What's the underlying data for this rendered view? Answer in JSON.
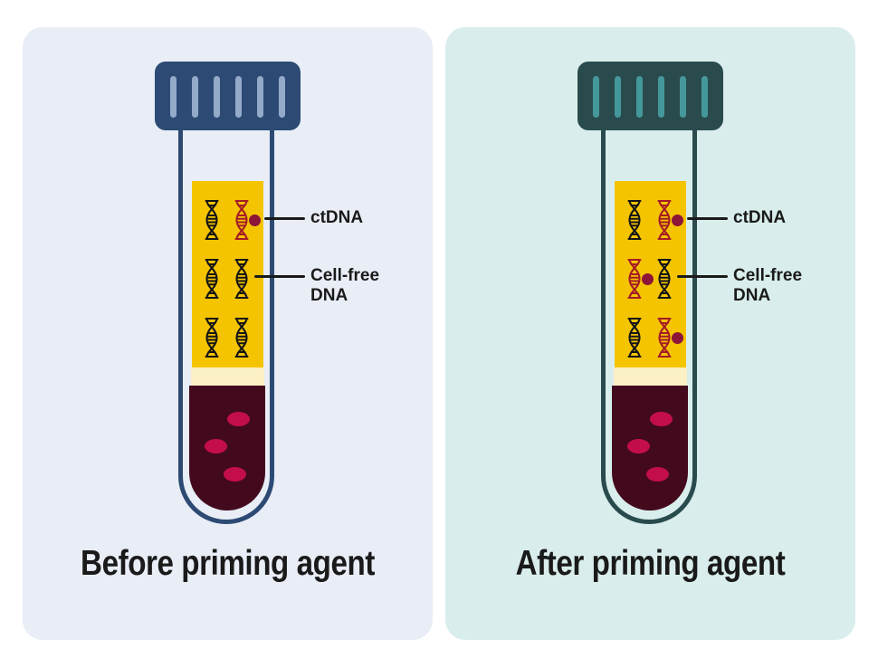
{
  "figure": {
    "description": "Blood collection tube comparison showing circulating tumor DNA before and after priming agent"
  },
  "annotations": {
    "ctdna": "ctDNA",
    "cellfree_line1": "Cell-free",
    "cellfree_line2": "DNA"
  },
  "panels": [
    {
      "id": "before",
      "caption": "Before priming agent",
      "bg": "#e8edf6",
      "tube_color": "#2c4a74",
      "stripe_color": "#94aac9",
      "dna_rows": [
        [
          "black",
          "red-dot"
        ],
        [
          "black",
          "black"
        ],
        [
          "black",
          "black"
        ]
      ]
    },
    {
      "id": "after",
      "caption": "After priming agent",
      "bg": "#d9eeec",
      "tube_color": "#2a4b4e",
      "stripe_color": "#44989c",
      "dna_rows": [
        [
          "black",
          "red-dot"
        ],
        [
          "red-dot",
          "black"
        ],
        [
          "black",
          "red-dot"
        ]
      ]
    }
  ],
  "colors": {
    "plasma_yellow": "#f5c400",
    "buffy_cream": "#fcf0c5",
    "blood_dark": "#430a1d",
    "blood_cell": "#c40e4c",
    "dna_black": "#151515",
    "ctdna_red": "#a41c26",
    "ctdna_dot": "#8c1538",
    "text": "#1a1a1a",
    "page_bg": "#ffffff"
  },
  "cap_stripe_count": 6
}
